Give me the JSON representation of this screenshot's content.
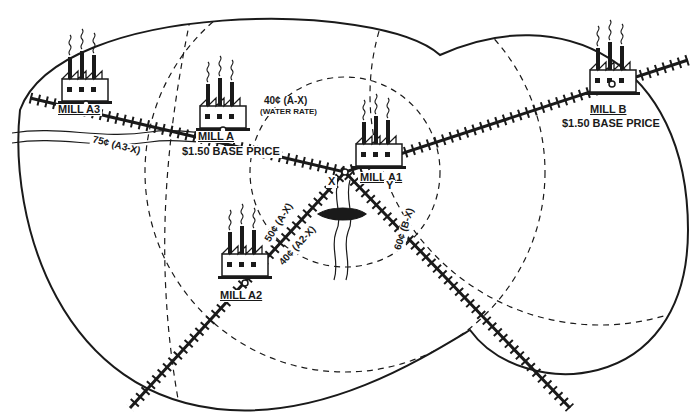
{
  "diagram": {
    "labels": [
      "MILL A3",
      "75¢ (A3-X)",
      "MILL A",
      "40¢ (A-X)",
      "(WATER RATE)",
      "$1.50 BASE PRICE",
      "MILL A1",
      "X",
      "Y",
      "MILL B",
      "$1.50 BASE PRICE",
      "50¢ (A-X)",
      "60¢ (B-X)",
      "MILL A2",
      "40¢ (A2-X)"
    ]
  }
}
